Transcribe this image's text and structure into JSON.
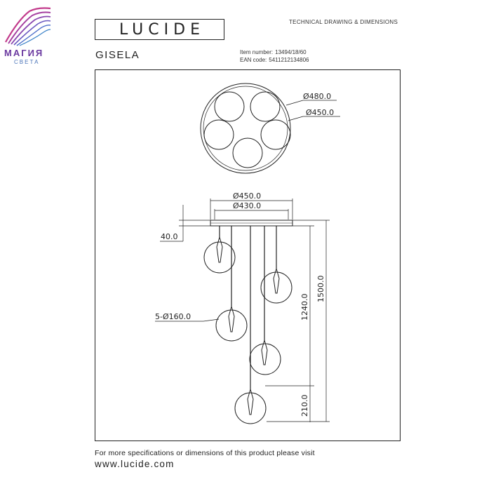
{
  "watermark": {
    "title": "МАГИЯ",
    "subtitle": "СВЕТА",
    "icon": "feather-logo-icon"
  },
  "brand": {
    "logo_text": "LUCIDE"
  },
  "header": {
    "doc_title": "TECHNICAL DRAWING & DIMENSIONS"
  },
  "product": {
    "name": "GISELA",
    "item_label": "Item number:",
    "item_number": "13494/18/60",
    "ean_label": "EAN code:",
    "ean_code": "5411212134806"
  },
  "dimensions": {
    "top_outer": "Ø480.0",
    "top_inner": "Ø450.0",
    "canopy_outer": "Ø450.0",
    "canopy_inner": "Ø430.0",
    "canopy_height": "40.0",
    "shade": "5-Ø160.0",
    "cable_length": "1240.0",
    "total_height": "1500.0",
    "shade_height": "210.0"
  },
  "footer": {
    "note": "For more specifications or dimensions of this product please visit",
    "url": "www.lucide.com"
  }
}
